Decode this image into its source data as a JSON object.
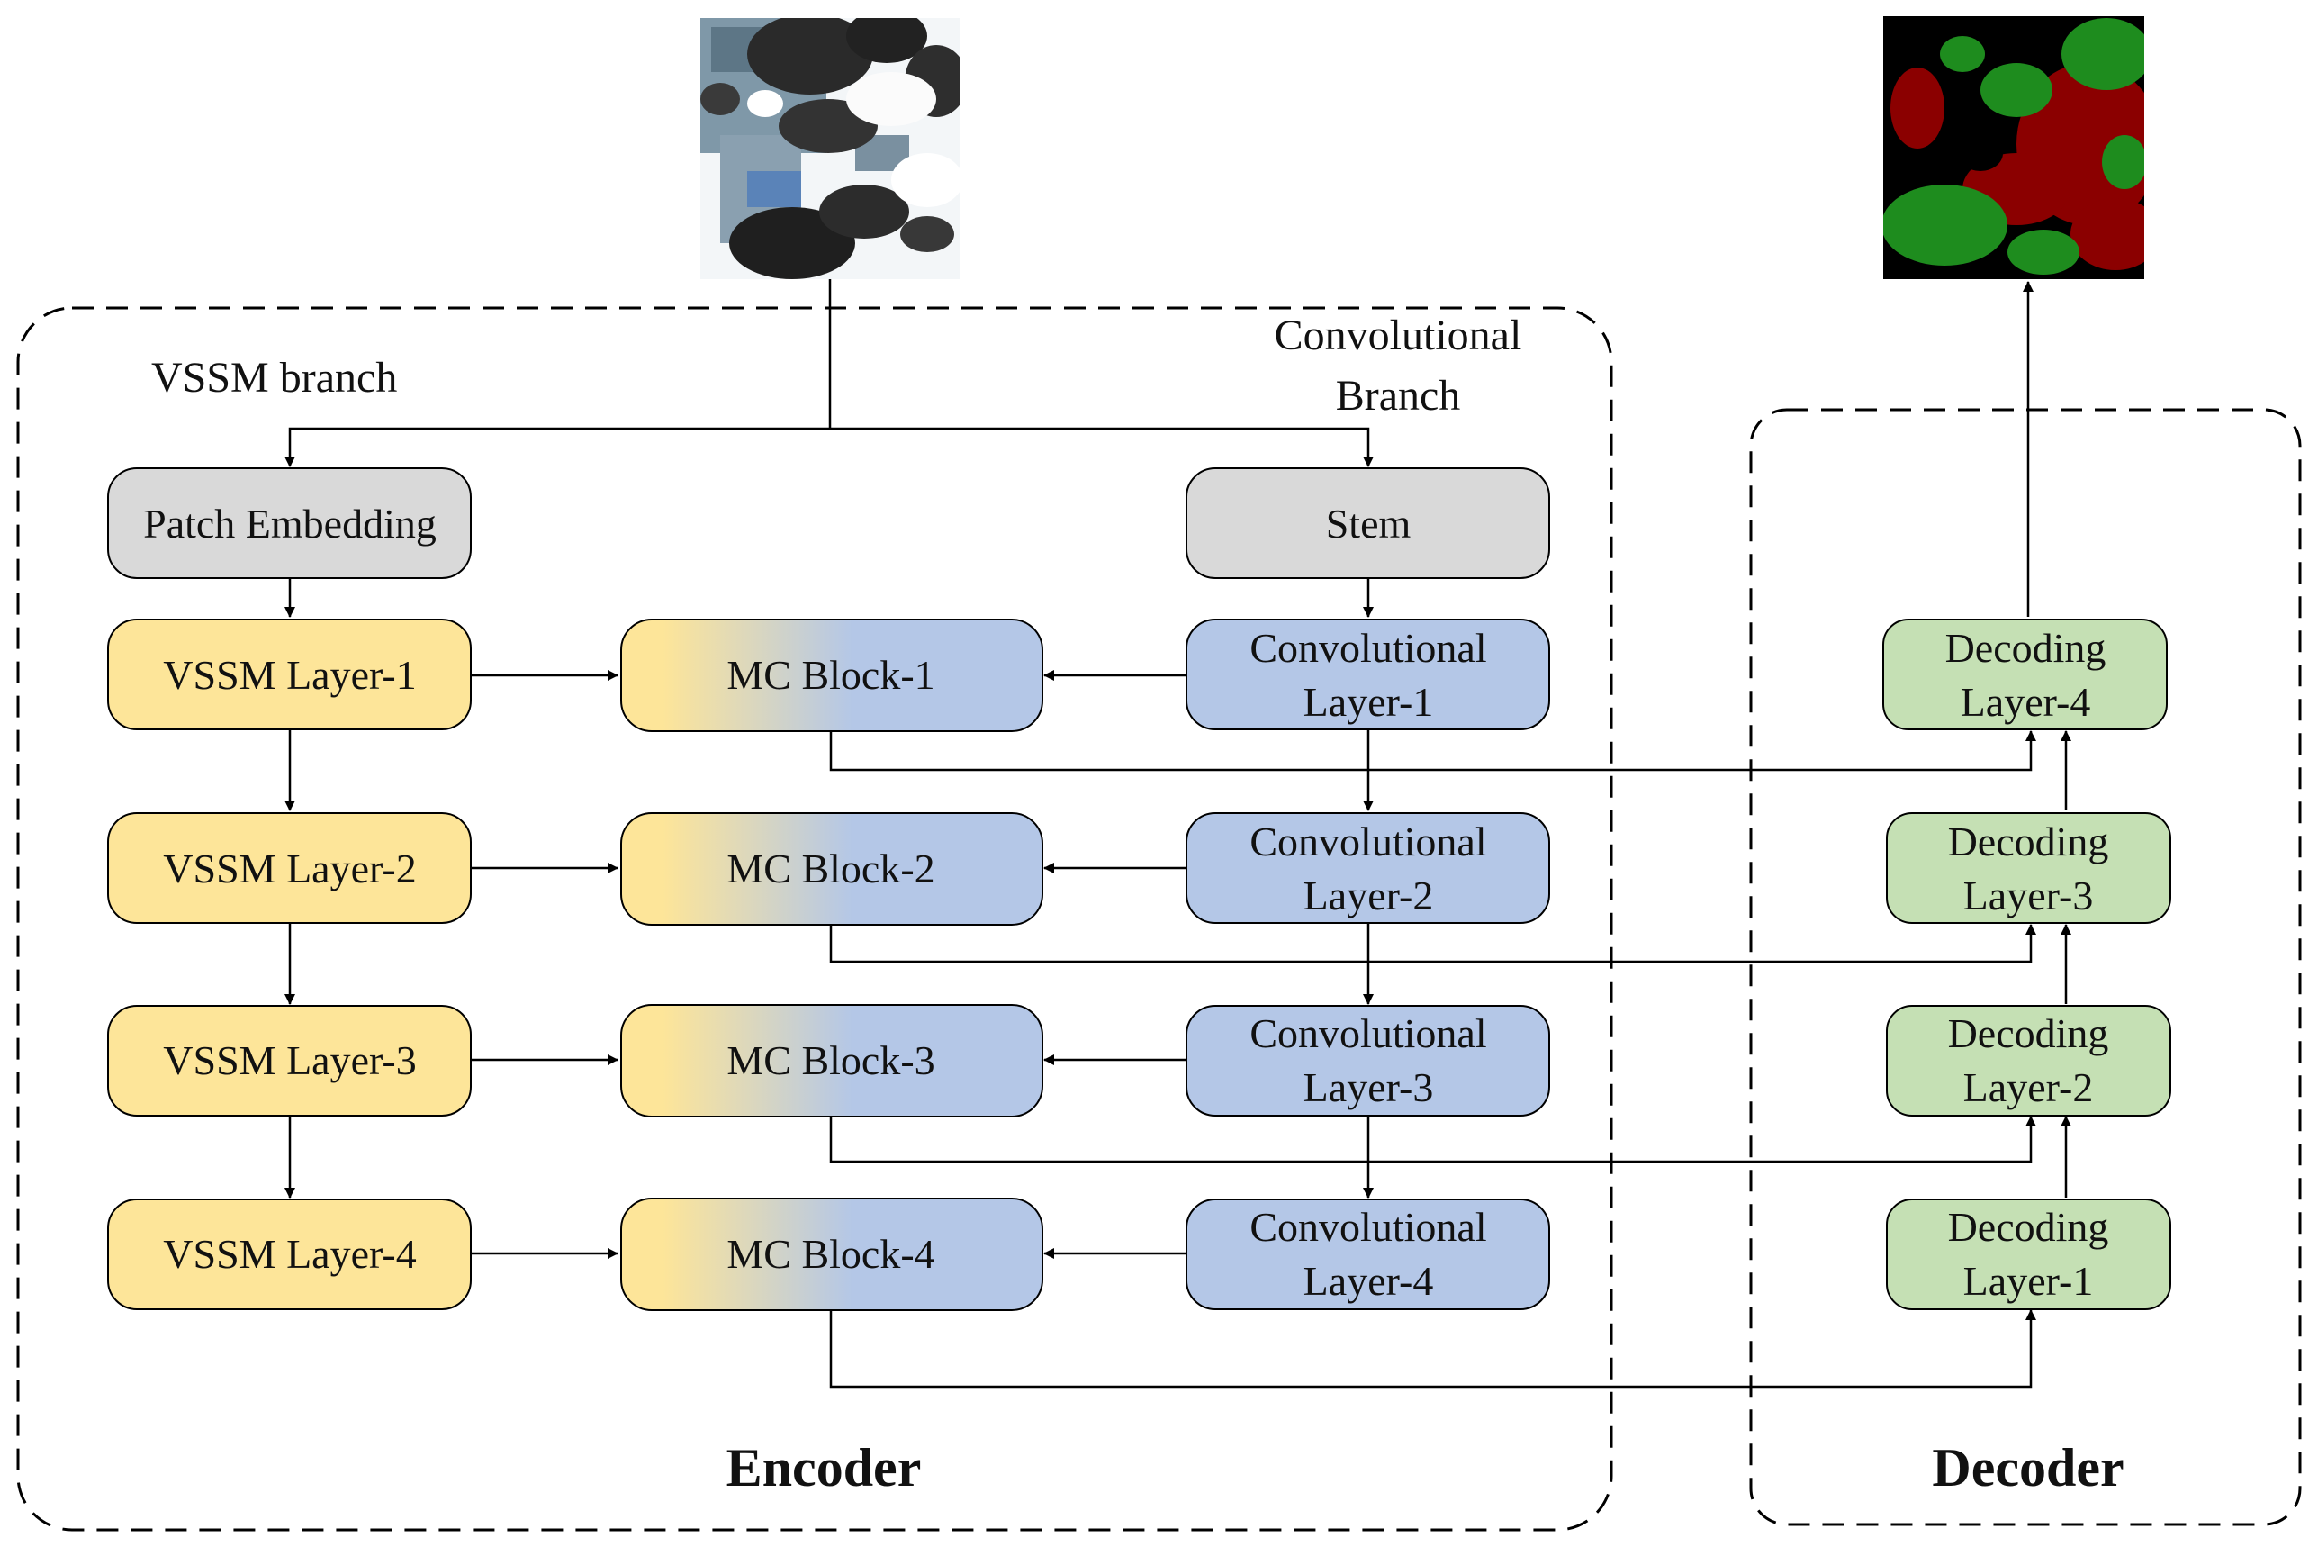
{
  "encoder": {
    "title": "Encoder",
    "vssm_branch_label": "VSSM branch",
    "conv_branch_label": [
      "Convolutional",
      "Branch"
    ],
    "patch_embedding": "Patch Embedding",
    "stem": "Stem",
    "vssm_layers": [
      "VSSM Layer-1",
      "VSSM Layer-2",
      "VSSM Layer-3",
      "VSSM Layer-4"
    ],
    "mc_blocks": [
      "MC Block-1",
      "MC Block-2",
      "MC Block-3",
      "MC Block-4"
    ],
    "conv_layers": [
      [
        "Convolutional",
        "Layer-1"
      ],
      [
        "Convolutional",
        "Layer-2"
      ],
      [
        "Convolutional",
        "Layer-3"
      ],
      [
        "Convolutional",
        "Layer-4"
      ]
    ]
  },
  "decoder": {
    "title": "Decoder",
    "layers": [
      [
        "Decoding",
        "Layer-4"
      ],
      [
        "Decoding",
        "Layer-3"
      ],
      [
        "Decoding",
        "Layer-2"
      ],
      [
        "Decoding",
        "Layer-1"
      ]
    ]
  },
  "colors": {
    "gray_box": "#d9d9d9",
    "yellow_box": "#fde599",
    "blue_box": "#b4c7e7",
    "green_box": "#c5e0b4",
    "mask_red": "#8b0000",
    "mask_green": "#1e8c1e",
    "mask_black": "#000000"
  },
  "images": {
    "input": "satellite-input-image",
    "output": "segmentation-output-mask"
  }
}
